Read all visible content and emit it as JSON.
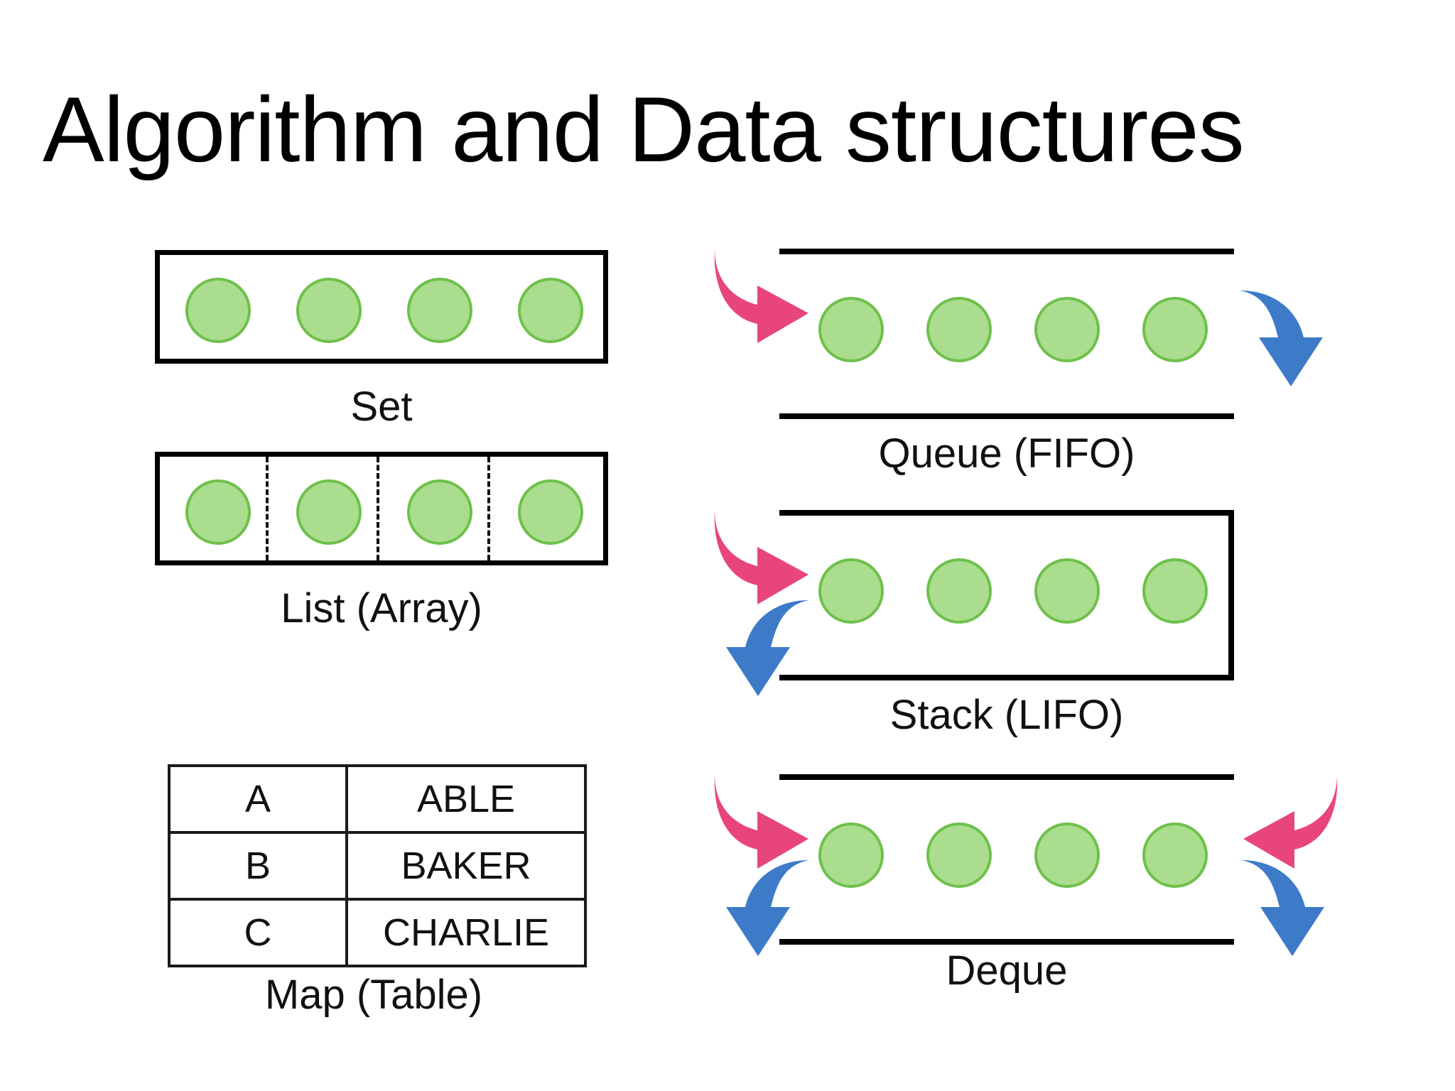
{
  "slide": {
    "title": "Algorithm and Data structures",
    "background_color": "#ffffff"
  },
  "colors": {
    "element_fill": "#aadd8e",
    "element_stroke": "#6fc04b",
    "container_stroke": "#000000",
    "arrow_in": "#e8457d",
    "arrow_out": "#3d7bc9",
    "text": "#000000"
  },
  "structures": [
    {
      "id": "set",
      "caption": "Set",
      "container": "closed-box",
      "element_count": 4,
      "dividers": false,
      "arrows": []
    },
    {
      "id": "queue",
      "caption": "Queue (FIFO)",
      "container": "open-both-ends",
      "element_count": 4,
      "dividers": false,
      "arrows": [
        {
          "name": "enqueue-arrow",
          "color": "#e8457d",
          "side": "left",
          "direction": "in-right"
        },
        {
          "name": "dequeue-arrow",
          "color": "#3d7bc9",
          "side": "right",
          "direction": "out-down"
        }
      ]
    },
    {
      "id": "list",
      "caption": "List (Array)",
      "container": "closed-box",
      "element_count": 4,
      "dividers": true,
      "divider_count": 3,
      "arrows": []
    },
    {
      "id": "stack",
      "caption": "Stack (LIFO)",
      "container": "open-left-end",
      "element_count": 4,
      "dividers": false,
      "arrows": [
        {
          "name": "push-arrow",
          "color": "#e8457d",
          "side": "left",
          "direction": "in-right"
        },
        {
          "name": "pop-arrow",
          "color": "#3d7bc9",
          "side": "left",
          "direction": "out-down-left"
        }
      ]
    },
    {
      "id": "map",
      "caption": "Map (Table)",
      "container": "table",
      "columns": 2,
      "rows": [
        {
          "key": "A",
          "value": "ABLE"
        },
        {
          "key": "B",
          "value": "BAKER"
        },
        {
          "key": "C",
          "value": "CHARLIE"
        }
      ],
      "arrows": []
    },
    {
      "id": "deque",
      "caption": "Deque",
      "container": "open-both-ends",
      "element_count": 4,
      "dividers": false,
      "arrows": [
        {
          "name": "push-front-arrow",
          "color": "#e8457d",
          "side": "left",
          "direction": "in-right"
        },
        {
          "name": "push-back-arrow",
          "color": "#e8457d",
          "side": "right",
          "direction": "in-left"
        },
        {
          "name": "pop-front-arrow",
          "color": "#3d7bc9",
          "side": "left",
          "direction": "out-down-left"
        },
        {
          "name": "pop-back-arrow",
          "color": "#3d7bc9",
          "side": "right",
          "direction": "out-down-right"
        }
      ]
    }
  ],
  "captions": {
    "set": "Set",
    "queue": "Queue (FIFO)",
    "list": "List (Array)",
    "stack": "Stack (LIFO)",
    "map": "Map (Table)",
    "deque": "Deque"
  },
  "map_table": {
    "rows": [
      {
        "key": "A",
        "value": "ABLE"
      },
      {
        "key": "B",
        "value": "BAKER"
      },
      {
        "key": "C",
        "value": "CHARLIE"
      }
    ]
  }
}
